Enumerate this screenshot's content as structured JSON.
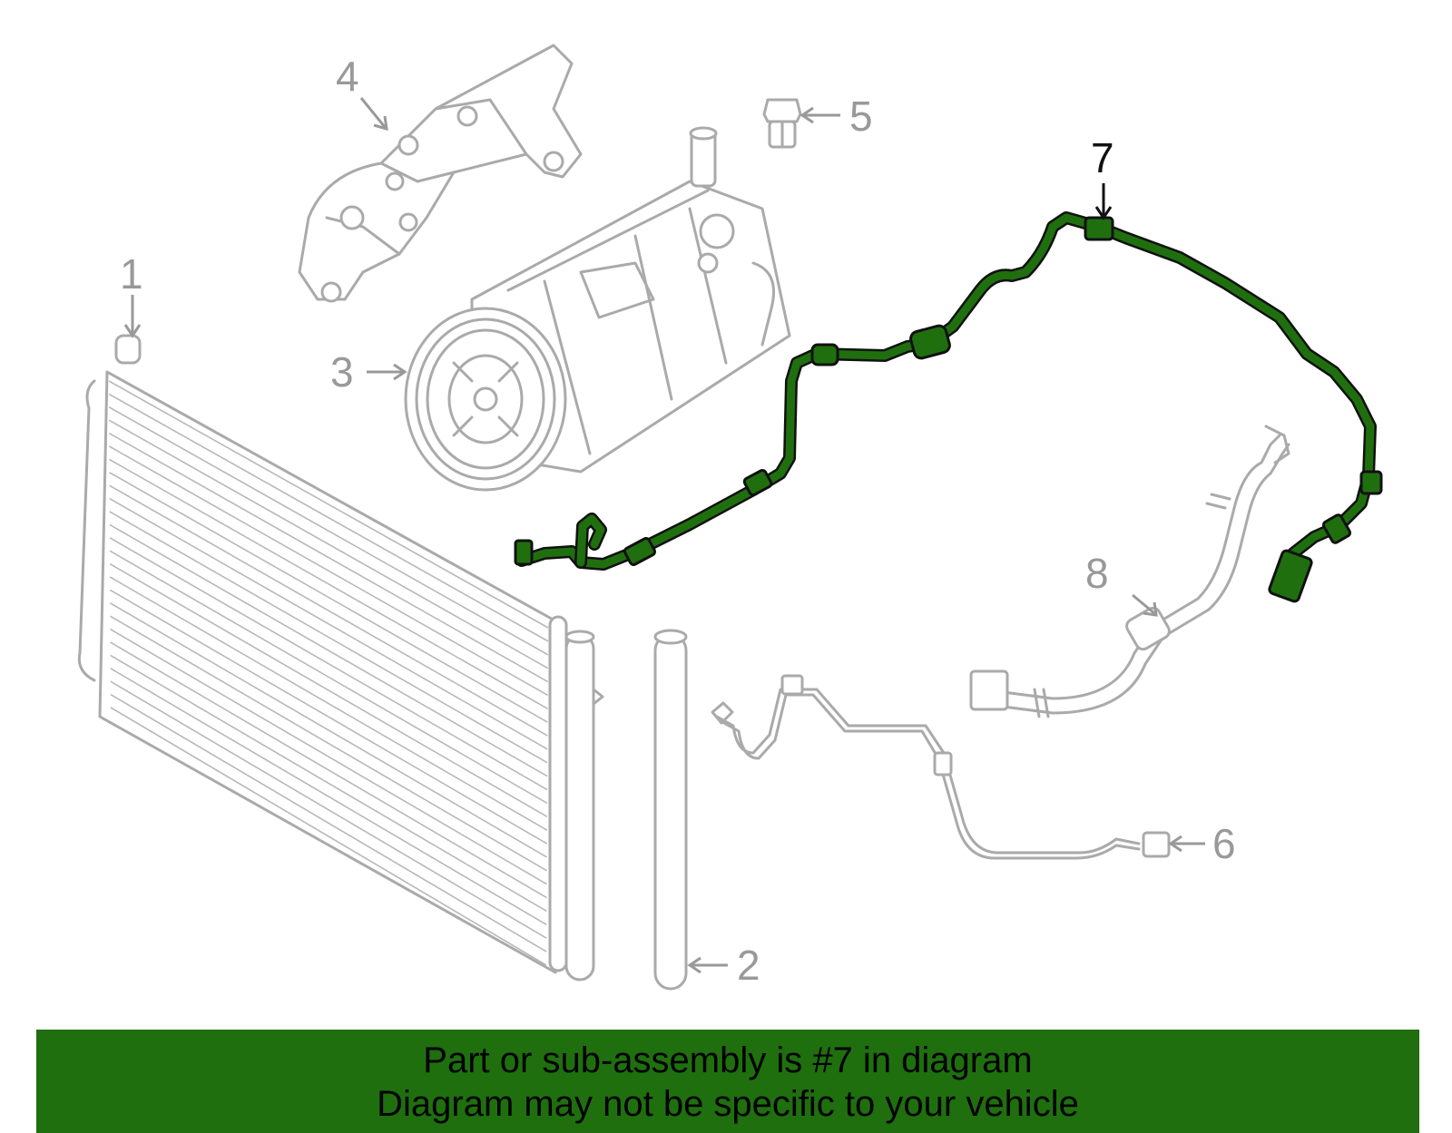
{
  "diagram": {
    "highlight_color": "#1f6f0f",
    "highlighted_part": "7",
    "callouts": [
      {
        "id": "1",
        "label": "1"
      },
      {
        "id": "2",
        "label": "2"
      },
      {
        "id": "3",
        "label": "3"
      },
      {
        "id": "4",
        "label": "4"
      },
      {
        "id": "5",
        "label": "5"
      },
      {
        "id": "6",
        "label": "6"
      },
      {
        "id": "7",
        "label": "7"
      },
      {
        "id": "8",
        "label": "8"
      }
    ]
  },
  "banner": {
    "background": "#1f6f0f",
    "line1": "Part or sub-assembly is #7 in diagram",
    "line2": "Diagram may not be specific to your vehicle"
  }
}
